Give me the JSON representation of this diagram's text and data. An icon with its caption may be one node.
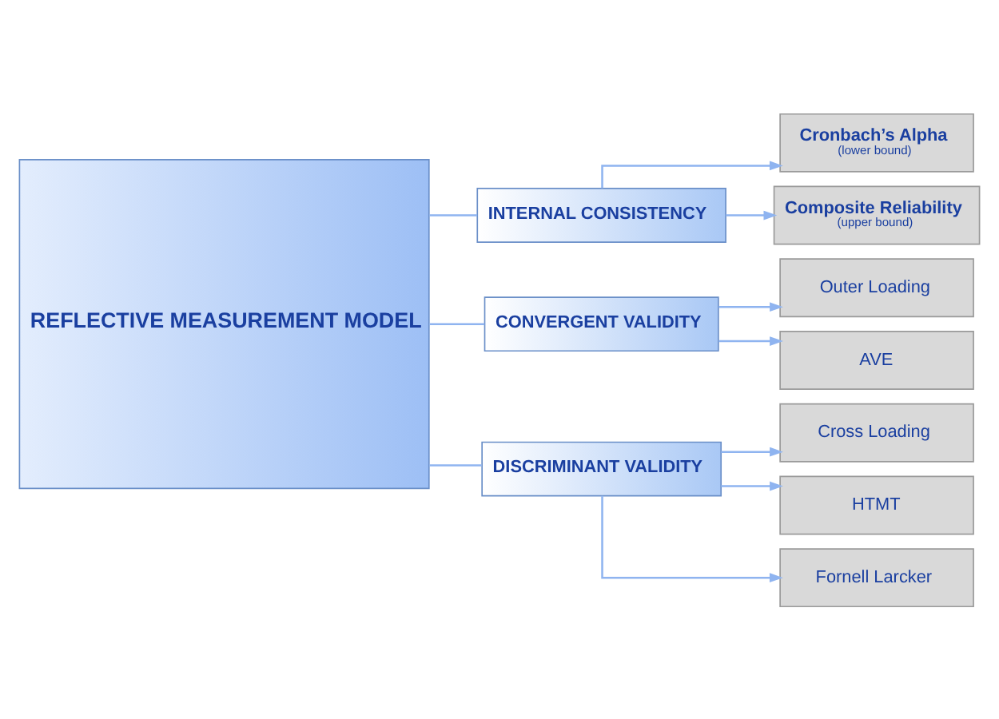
{
  "diagram": {
    "nodes": [
      {
        "text": [
          "REFLECTIVE MEASUREMENT MODEL"
        ]
      },
      {
        "text": [
          "INTERNAL CONSISTENCY"
        ]
      },
      {
        "text": [
          "CONVERGENT VALIDITY"
        ]
      },
      {
        "text": [
          "DISCRIMINANT VALIDITY"
        ]
      },
      {
        "text": [
          "Cronbach’s Alpha",
          "(lower bound)"
        ]
      },
      {
        "text": [
          "Composite Reliability",
          "(upper bound)"
        ]
      },
      {
        "text": [
          "Outer Loading"
        ]
      },
      {
        "text": [
          "AVE"
        ]
      },
      {
        "text": [
          "Cross Loading"
        ]
      },
      {
        "text": [
          "HTMT"
        ]
      },
      {
        "text": [
          "Fornell Larcker"
        ]
      }
    ],
    "edges": [
      {
        "from": 0,
        "to": 1,
        "arrow": "none"
      },
      {
        "from": 0,
        "to": 2,
        "arrow": "none"
      },
      {
        "from": 0,
        "to": 3,
        "arrow": "none"
      },
      {
        "from": 1,
        "to": 4,
        "arrow": "to"
      },
      {
        "from": 1,
        "to": 5,
        "arrow": "to"
      },
      {
        "from": 2,
        "to": 6,
        "arrow": "to"
      },
      {
        "from": 2,
        "to": 7,
        "arrow": "to"
      },
      {
        "from": 3,
        "to": 8,
        "arrow": "to"
      },
      {
        "from": 3,
        "to": 9,
        "arrow": "to"
      },
      {
        "from": 3,
        "to": 10,
        "arrow": "to"
      }
    ]
  }
}
